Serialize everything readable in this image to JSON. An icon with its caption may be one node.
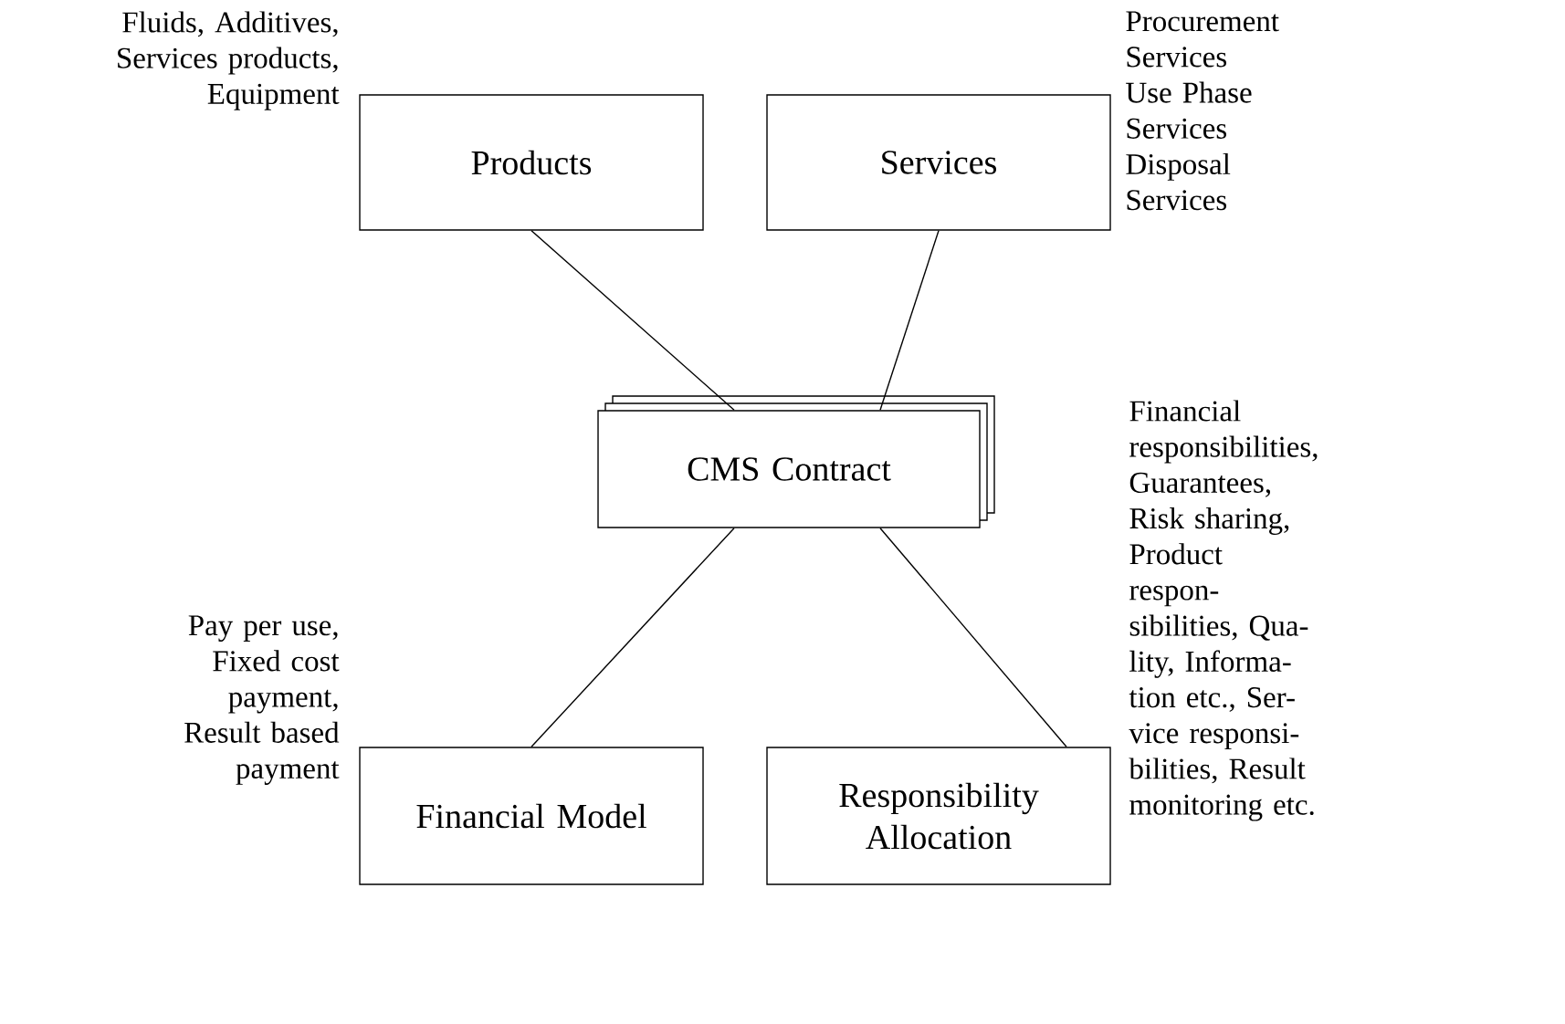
{
  "diagram": {
    "nodes": [
      {
        "text": [
          "Products"
        ],
        "beside": [
          "Fluids, Additives, Services products, Equipment"
        ]
      },
      {
        "text": [
          "Services"
        ],
        "beside": [
          "Procurement Services Use Phase Services Disposal Services"
        ]
      },
      {
        "text": [
          "CMS Contract"
        ]
      },
      {
        "text": [
          "Financial Model"
        ],
        "beside": [
          "Pay per use, Fixed cost payment, Result based payment"
        ]
      },
      {
        "text": [
          "Responsibility Allocation"
        ],
        "beside": [
          "Financial responsibilities, Guarantees, Risk sharing, Product respon- sibilities, Qua- lity, Informa- tion etc., Ser- vice responsi- bilities, Result monitoring etc."
        ]
      }
    ],
    "edges": [
      {
        "from": 0,
        "to": 2,
        "arrow": "none"
      },
      {
        "from": 1,
        "to": 2,
        "arrow": "none"
      },
      {
        "from": 2,
        "to": 3,
        "arrow": "none"
      },
      {
        "from": 2,
        "to": 4,
        "arrow": "none"
      }
    ]
  }
}
